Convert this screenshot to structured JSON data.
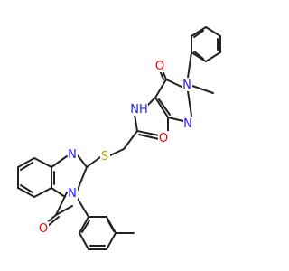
{
  "molecule": {
    "atoms": [
      {
        "element": "O",
        "color": "#ff0000"
      },
      {
        "element": "N",
        "color": "#2020ff"
      },
      {
        "element": "N",
        "color": "#2020ff"
      },
      {
        "element": "NH",
        "color": "#2020ff"
      },
      {
        "element": "O",
        "color": "#ff0000"
      },
      {
        "element": "S",
        "color": "#c8a000"
      },
      {
        "element": "N",
        "color": "#2020ff"
      },
      {
        "element": "N",
        "color": "#2020ff"
      },
      {
        "element": "O",
        "color": "#ff0000"
      }
    ],
    "bond_color": "#222222"
  }
}
